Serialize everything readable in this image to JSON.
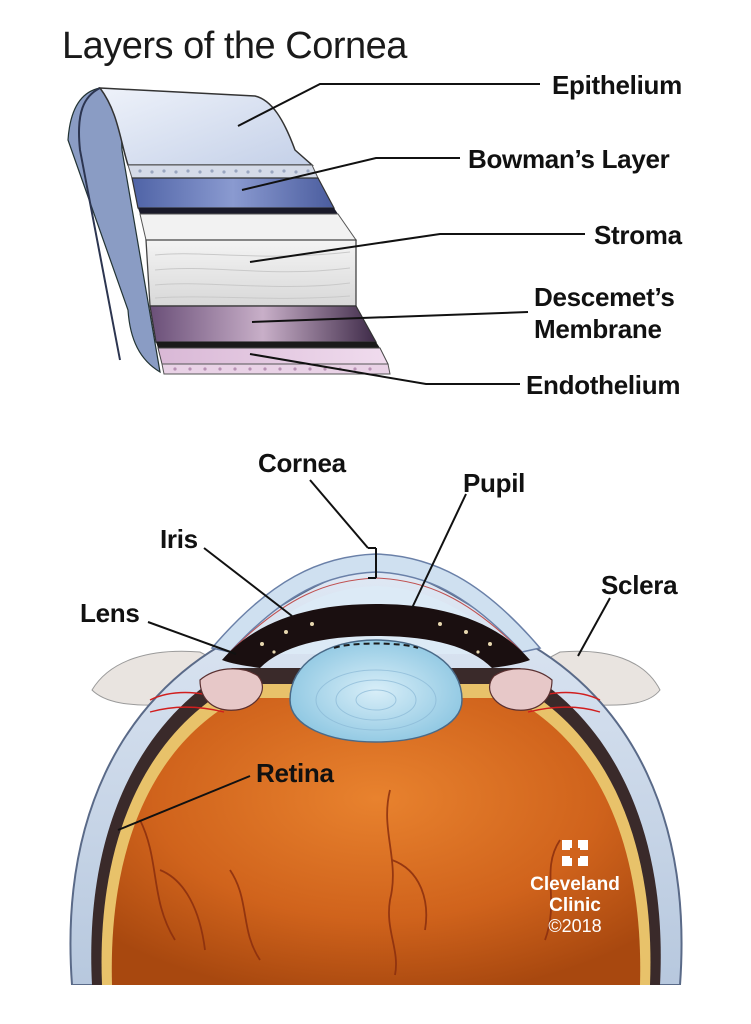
{
  "title": "Layers of the Cornea",
  "layers": {
    "epithelium": "Epithelium",
    "bowmans": "Bowman’s Layer",
    "stroma": "Stroma",
    "descemets_line1": "Descemet’s",
    "descemets_line2": "Membrane",
    "endothelium": "Endothelium"
  },
  "eye": {
    "cornea": "Cornea",
    "pupil": "Pupil",
    "iris": "Iris",
    "sclera": "Sclera",
    "lens": "Lens",
    "retina": "Retina"
  },
  "logo": {
    "line1": "Cleveland",
    "line2": "Clinic",
    "copyright": "©2018"
  },
  "colors": {
    "epithelium": "#cfd8ea",
    "bowmans": "#6f7fb8",
    "stroma": "#e6e6e6",
    "descemets": "#8a6f96",
    "endothelium": "#e4c6e0",
    "eyeball": "#d4691f",
    "sclera": "#c9d8ea",
    "lens": "#a9d6ea",
    "iris": "#1a0f10"
  }
}
